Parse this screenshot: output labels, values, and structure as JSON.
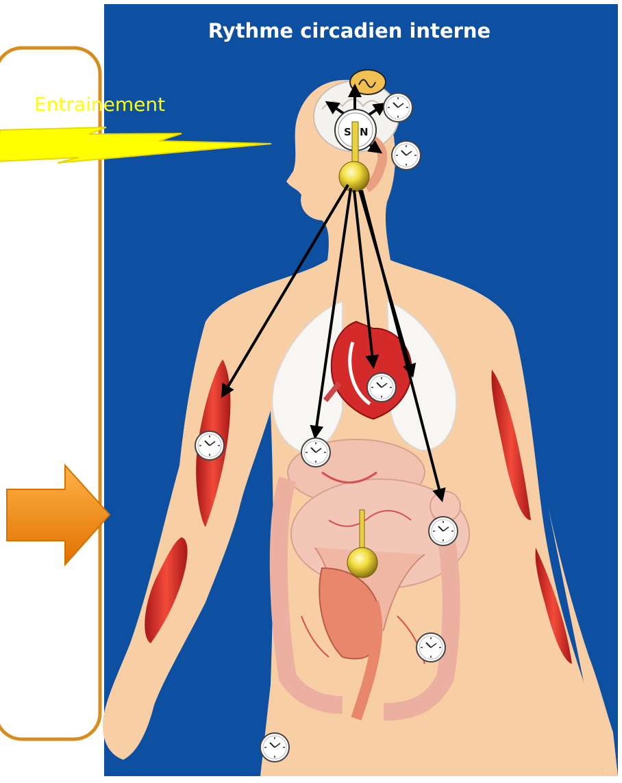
{
  "title": "Rythme circadien interne",
  "entrainement_label": "Entrainement",
  "scn": {
    "left_letter": "S",
    "right_letter": "N"
  },
  "colors": {
    "background": "#0d4fa0",
    "panel_border": "#d98c1e",
    "skin": "#f8cfa4",
    "lightning": "#ffff00",
    "arrow_orange": "#f08a10",
    "muscle": "#d82a2a",
    "pendulum": "#e8d040"
  },
  "icons": [
    "clock-icon",
    "pendulum-icon",
    "compass-icon",
    "lightning-bolt-icon",
    "orange-arrow-icon"
  ]
}
